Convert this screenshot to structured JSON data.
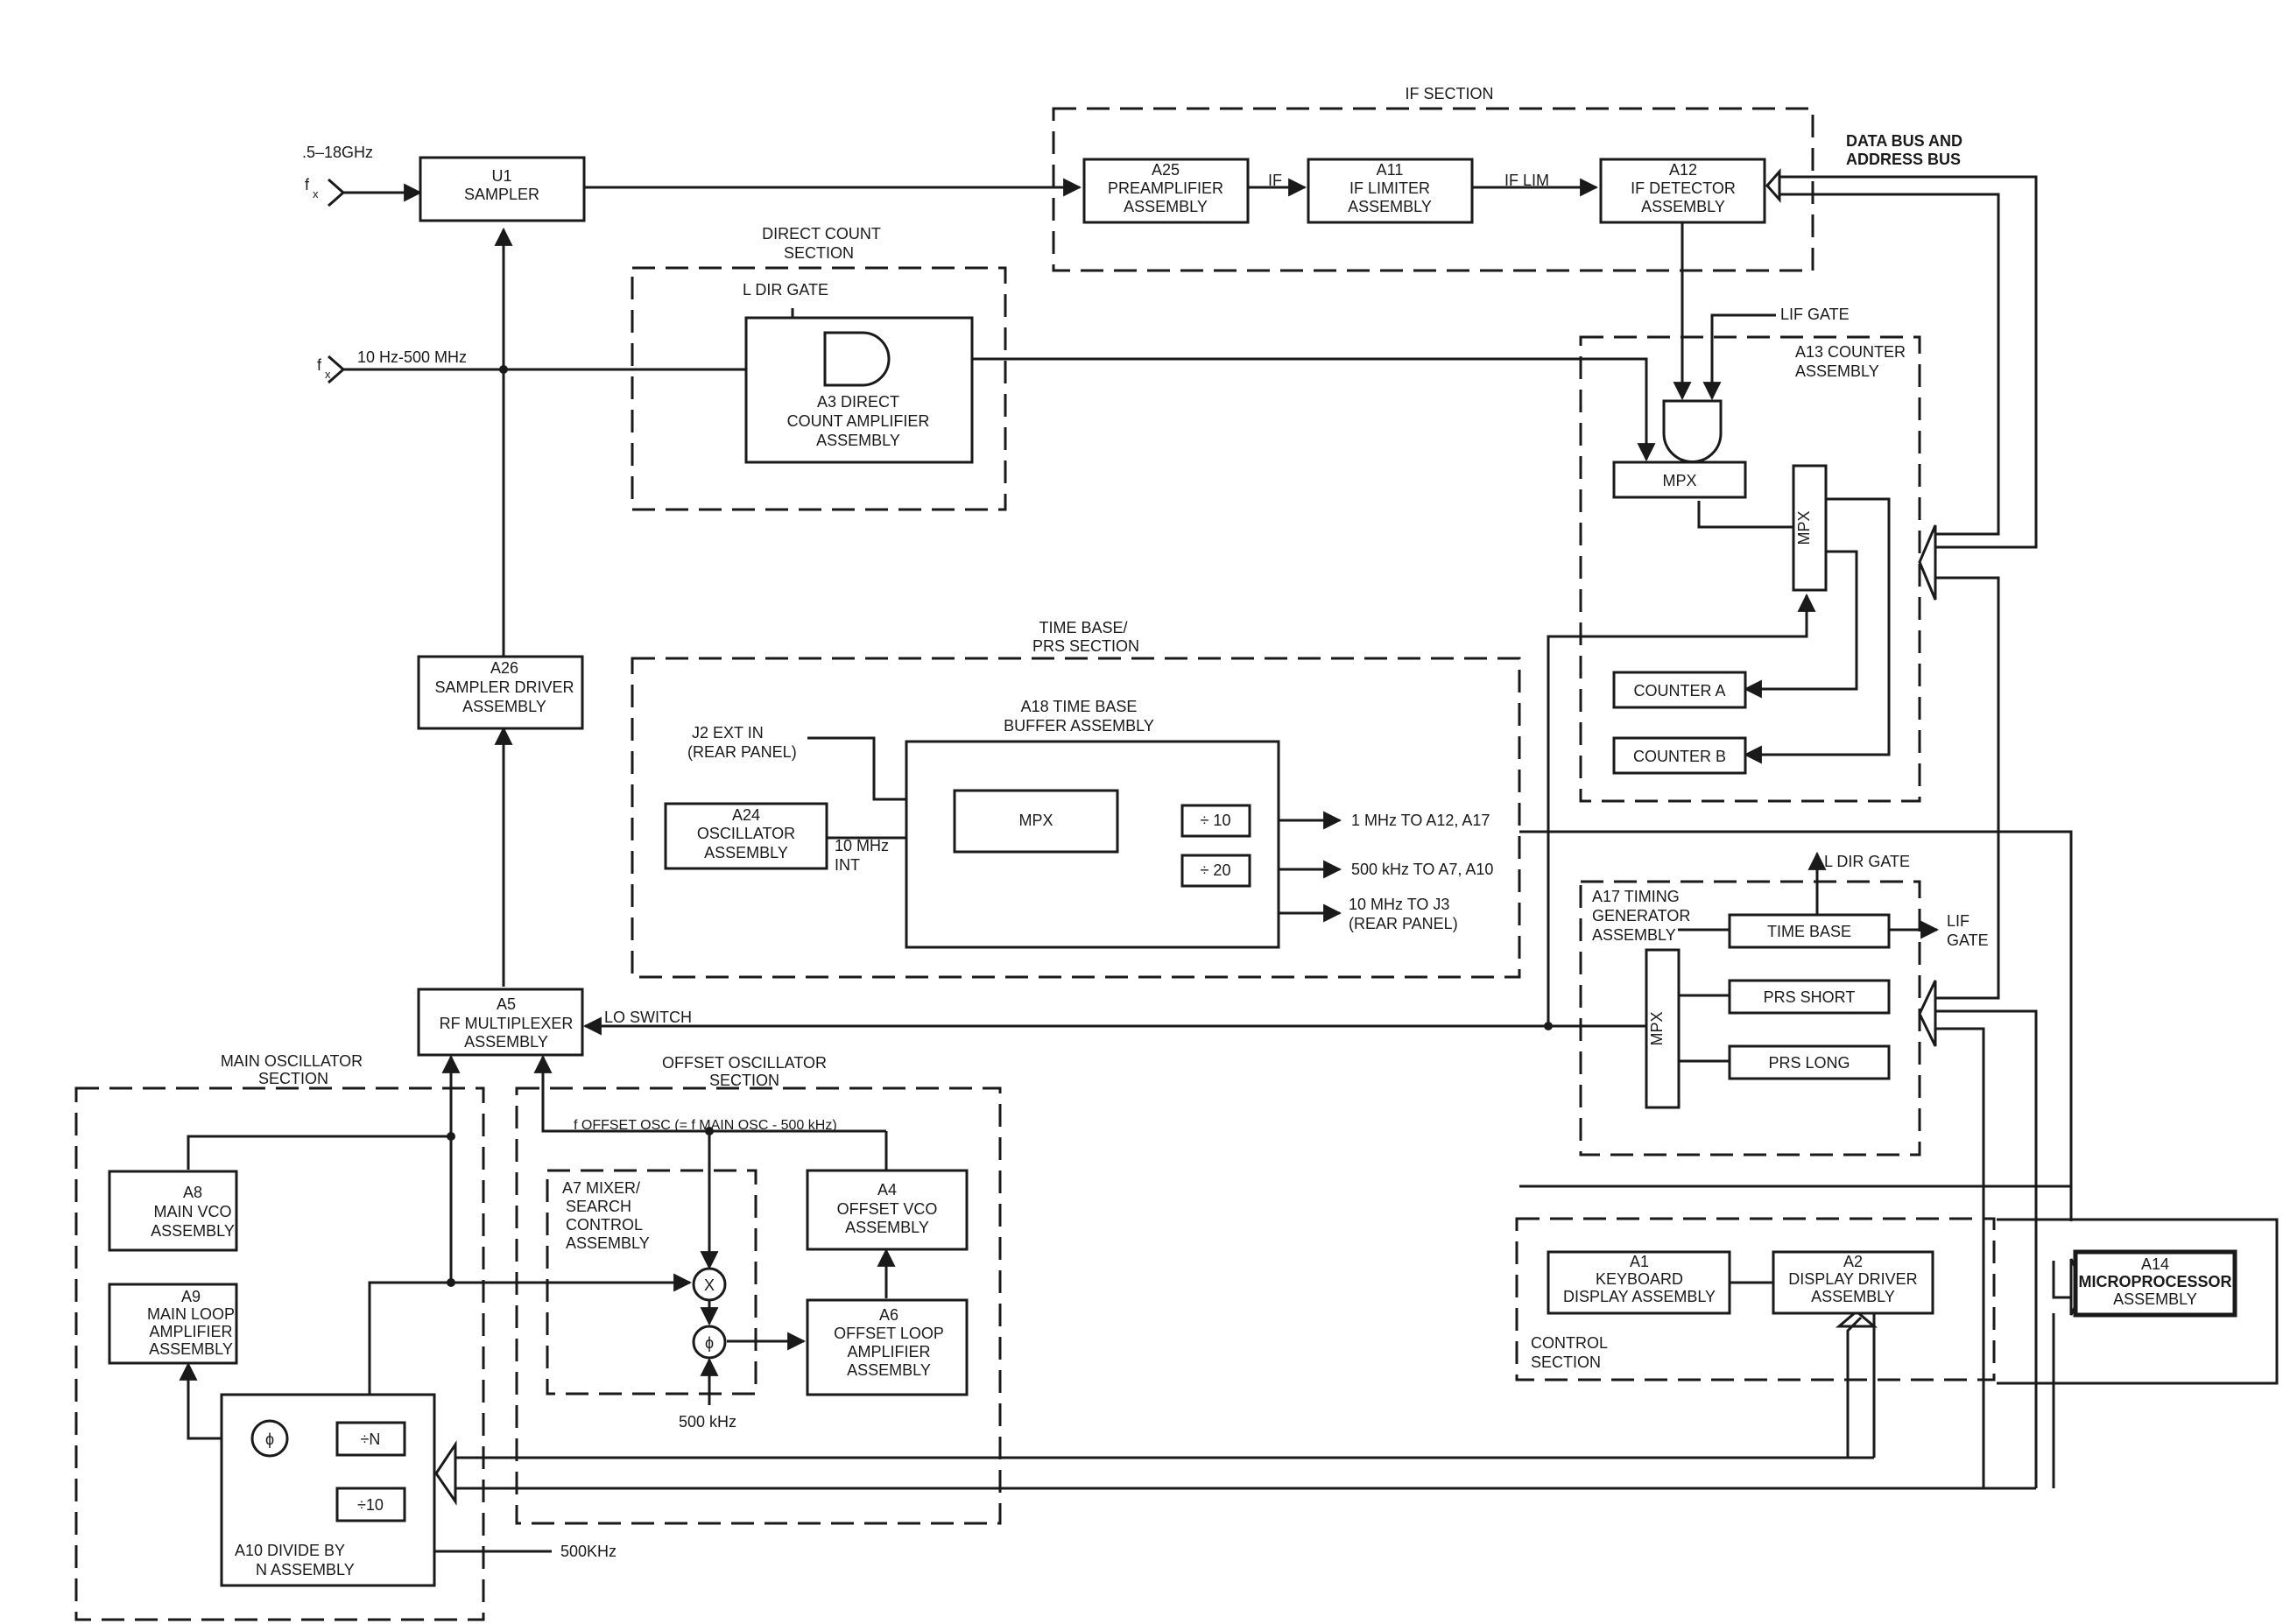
{
  "inputs": {
    "rf_range": ".5–18GHz",
    "fx": "f",
    "fx_sub": "x",
    "direct_range": "10 Hz-500 MHz"
  },
  "sections": {
    "if": "IF SECTION",
    "direct_count": [
      "DIRECT COUNT",
      "SECTION"
    ],
    "time_base": [
      "TIME BASE/",
      "PRS SECTION"
    ],
    "main_osc": [
      "MAIN OSCILLATOR",
      "SECTION"
    ],
    "offset_osc": [
      "OFFSET OSCILLATOR",
      "SECTION"
    ],
    "control": [
      "CONTROL",
      "SECTION"
    ]
  },
  "blocks": {
    "u1": [
      "U1",
      "SAMPLER"
    ],
    "a25": [
      "A25",
      "PREAMPLIFIER",
      "ASSEMBLY"
    ],
    "a11": [
      "A11",
      "IF LIMITER",
      "ASSEMBLY"
    ],
    "a12": [
      "A12",
      "IF DETECTOR",
      "ASSEMBLY"
    ],
    "a3": [
      "A3 DIRECT",
      "COUNT AMPLIFIER",
      "ASSEMBLY"
    ],
    "a13": [
      "A13 COUNTER",
      "ASSEMBLY"
    ],
    "mpx": "MPX",
    "counter_a": "COUNTER A",
    "counter_b": "COUNTER B",
    "a26": [
      "A26",
      "SAMPLER DRIVER",
      "ASSEMBLY"
    ],
    "a18": [
      "A18 TIME BASE",
      "BUFFER ASSEMBLY"
    ],
    "a24": [
      "A24",
      "OSCILLATOR",
      "ASSEMBLY"
    ],
    "div10": "÷ 10",
    "div20": "÷ 20",
    "a17": [
      "A17 TIMING",
      "GENERATOR",
      "ASSEMBLY"
    ],
    "time_base": "TIME BASE",
    "prs_short": "PRS SHORT",
    "prs_long": "PRS LONG",
    "a5": [
      "A5",
      "RF MULTIPLEXER",
      "ASSEMBLY"
    ],
    "a8": [
      "A8",
      "MAIN VCO",
      "ASSEMBLY"
    ],
    "a9": [
      "A9",
      "MAIN LOOP",
      "AMPLIFIER",
      "ASSEMBLY"
    ],
    "a10": [
      "A10 DIVIDE BY",
      "N ASSEMBLY"
    ],
    "divN": "÷N",
    "div10b": "÷10",
    "a7": [
      "A7 MIXER/",
      "SEARCH",
      "CONTROL",
      "ASSEMBLY"
    ],
    "a4": [
      "A4",
      "OFFSET VCO",
      "ASSEMBLY"
    ],
    "a6": [
      "A6",
      "OFFSET LOOP",
      "AMPLIFIER",
      "ASSEMBLY"
    ],
    "a1": [
      "A1",
      "KEYBOARD",
      "DISPLAY ASSEMBLY"
    ],
    "a2": [
      "A2",
      "DISPLAY DRIVER",
      "ASSEMBLY"
    ],
    "a14": [
      "A14",
      "MICROPROCESSOR",
      "ASSEMBLY"
    ]
  },
  "signals": {
    "if": "IF",
    "if_lim": "IF LIM",
    "data_bus": [
      "DATA BUS AND",
      "ADDRESS BUS"
    ],
    "lif_gate": "LIF GATE",
    "l_dir_gate": "L DIR GATE",
    "j2_ext": [
      "J2 EXT IN",
      "(REAR PANEL)"
    ],
    "ten_mhz_int": [
      "10 MHz",
      "INT"
    ],
    "out_1mhz": "1 MHz TO A12, A17",
    "out_500khz": "500 kHz TO A7, A10",
    "out_10mhz": [
      "10 MHz TO J3",
      "(REAR PANEL)"
    ],
    "lif_gate_out": [
      "LIF",
      "GATE"
    ],
    "lo_switch": "LO SWITCH",
    "offset_eq": "f OFFSET OSC (= f MAIN OSC - 500 kHz)",
    "ref_500khz": "500 kHz",
    "ref_500KHz": "500KHz",
    "mixer": "X",
    "phase": "ϕ"
  }
}
